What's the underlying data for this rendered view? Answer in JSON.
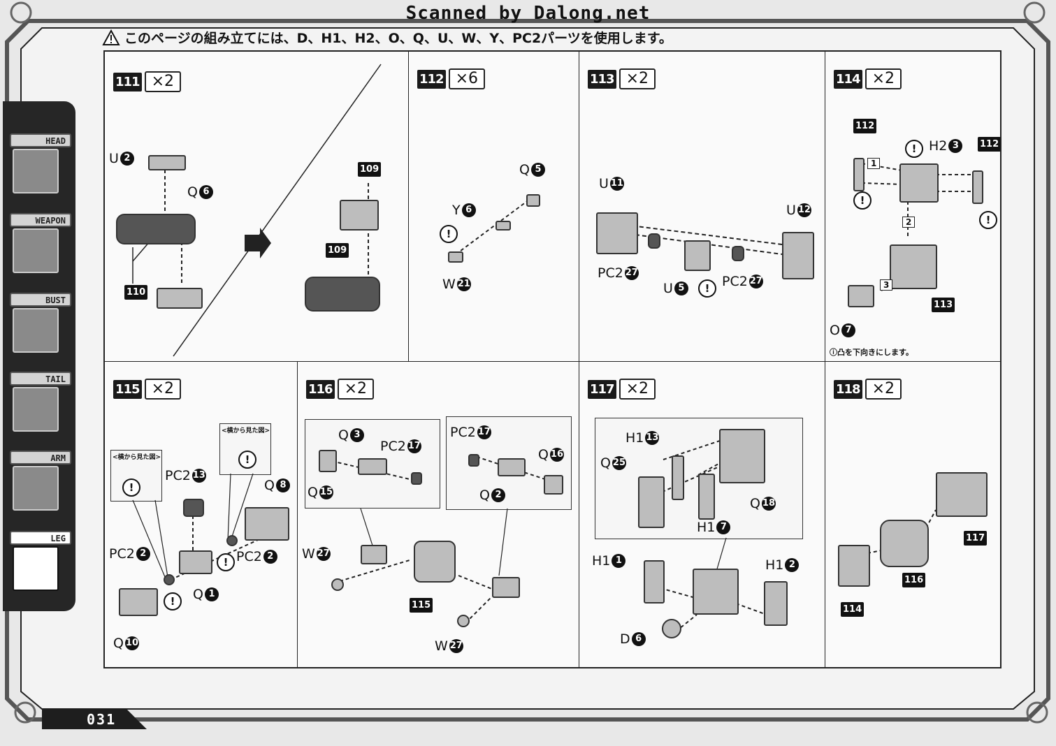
{
  "scanner_credit": "Scanned by Dalong.net",
  "header_text": "このページの組み立てには、D、H1、H2、O、Q、U、W、Y、PC2パーツを使用します。",
  "sidebar": [
    {
      "label": "HEAD",
      "active": false
    },
    {
      "label": "WEAPON",
      "active": false
    },
    {
      "label": "BUST",
      "active": false
    },
    {
      "label": "TAIL",
      "active": false
    },
    {
      "label": "ARM",
      "active": false
    },
    {
      "label": "LEG",
      "active": true
    }
  ],
  "page_number": "031",
  "steps": {
    "s111": {
      "num": "111",
      "mult": "×2",
      "labels": {
        "u": "U",
        "u_n": "2",
        "q": "Q",
        "q_n": "6",
        "t110": "110",
        "t109a": "109",
        "t109b": "109"
      }
    },
    "s112": {
      "num": "112",
      "mult": "×6",
      "labels": {
        "q": "Q",
        "q_n": "5",
        "y": "Y",
        "y_n": "6",
        "w": "W",
        "w_n": "21"
      }
    },
    "s113": {
      "num": "113",
      "mult": "×2",
      "labels": {
        "u1": "U",
        "u1_n": "11",
        "u2": "U",
        "u2_n": "12",
        "pc1": "PC2",
        "pc1_n": "27",
        "u3": "U",
        "u3_n": "5",
        "pc2": "PC2",
        "pc2_n": "27"
      }
    },
    "s114": {
      "num": "114",
      "mult": "×2",
      "labels": {
        "t112a": "112",
        "t112b": "112",
        "h2": "H2",
        "h2_n": "3",
        "o": "O",
        "o_n": "7",
        "t113": "113",
        "n1": "1",
        "n2": "2",
        "n3": "3",
        "note": "凸を下向きにします。"
      }
    },
    "s115": {
      "num": "115",
      "mult": "×2",
      "labels": {
        "side1": "<横から見た図>",
        "side2": "<横から見た図>",
        "pc13": "PC2",
        "pc13_n": "13",
        "q8": "Q",
        "q8_n": "8",
        "pc2a": "PC2",
        "pc2a_n": "2",
        "pc2b": "PC2",
        "pc2b_n": "2",
        "q1": "Q",
        "q1_n": "1",
        "q10": "Q",
        "q10_n": "10"
      }
    },
    "s116": {
      "num": "116",
      "mult": "×2",
      "labels": {
        "q3": "Q",
        "q3_n": "3",
        "pc17a": "PC2",
        "pc17a_n": "17",
        "q15": "Q",
        "q15_n": "15",
        "pc17b": "PC2",
        "pc17b_n": "17",
        "q16": "Q",
        "q16_n": "16",
        "q2": "Q",
        "q2_n": "2",
        "w27a": "W",
        "w27a_n": "27",
        "w27b": "W",
        "w27b_n": "27",
        "t115": "115"
      }
    },
    "s117": {
      "num": "117",
      "mult": "×2",
      "labels": {
        "h13": "H1",
        "h13_n": "13",
        "q25": "Q",
        "q25_n": "25",
        "q18": "Q",
        "q18_n": "18",
        "h7": "H1",
        "h7_n": "7",
        "h1": "H1",
        "h1_n": "1",
        "h2": "H1",
        "h2_n": "2",
        "d6": "D",
        "d6_n": "6"
      }
    },
    "s118": {
      "num": "118",
      "mult": "×2",
      "labels": {
        "t117": "117",
        "t116": "116",
        "t114": "114"
      }
    }
  }
}
